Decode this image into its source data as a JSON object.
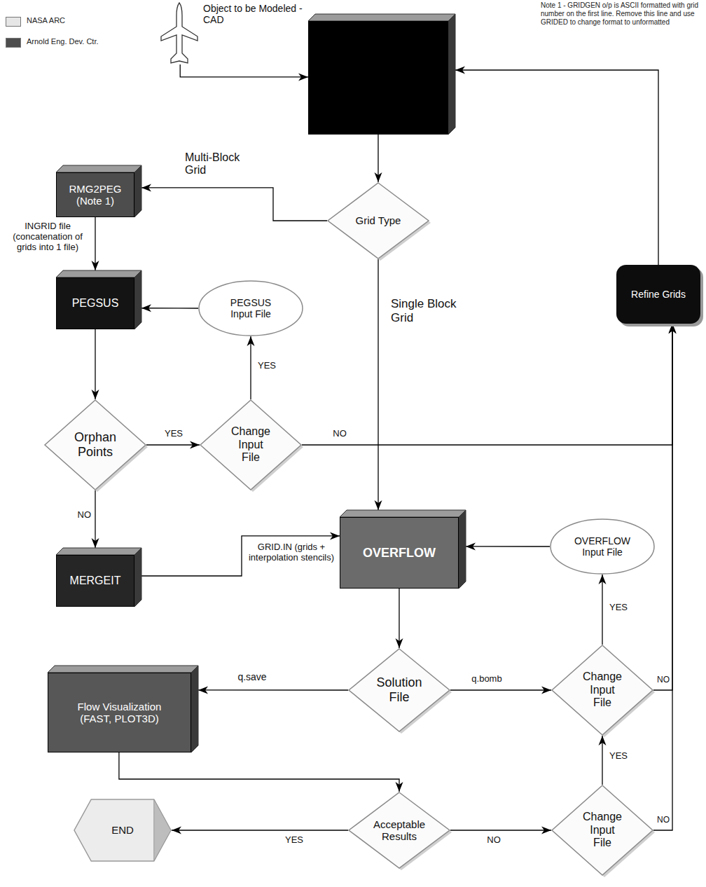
{
  "diagram": {
    "nodes": [
      {
        "text": [
          "Object to be Modeled - CAD"
        ]
      },
      {
        "text": []
      },
      {
        "text": [
          "Grid Type"
        ]
      },
      {
        "text": [
          "RMG2PEG (Note 1)"
        ]
      },
      {
        "text": [
          "PEGSUS"
        ]
      },
      {
        "text": [
          "PEGSUS Input File"
        ]
      },
      {
        "text": [
          "Orphan Points"
        ]
      },
      {
        "text": [
          "Change Input File"
        ]
      },
      {
        "text": [
          "Refine Grids"
        ]
      },
      {
        "text": [
          "MERGEIT"
        ]
      },
      {
        "text": [
          "OVERFLOW"
        ]
      },
      {
        "text": [
          "OVERFLOW Input File"
        ]
      },
      {
        "text": [
          "Flow Visualization (FAST, PLOT3D)"
        ]
      },
      {
        "text": [
          "Solution File"
        ]
      },
      {
        "text": [
          "Change Input File"
        ]
      },
      {
        "text": [
          "Acceptable Results"
        ]
      },
      {
        "text": [
          "Change Input File"
        ]
      },
      {
        "text": [
          "END"
        ]
      }
    ],
    "edges": [
      {
        "from": 0,
        "to": 1,
        "arrow": "to"
      },
      {
        "from": 1,
        "to": 2,
        "arrow": "to"
      },
      {
        "from": 2,
        "to": 3,
        "label": "Multi-Block Grid",
        "arrow": "to"
      },
      {
        "from": 2,
        "to": 10,
        "label": "Single Block Grid",
        "arrow": "to"
      },
      {
        "from": 3,
        "to": 4,
        "label": "INGRID file (concatenation of grids into 1 file)",
        "arrow": "to"
      },
      {
        "from": 5,
        "to": 4,
        "arrow": "to"
      },
      {
        "from": 4,
        "to": 6,
        "arrow": "to"
      },
      {
        "from": 6,
        "to": 7,
        "label": "YES",
        "arrow": "to"
      },
      {
        "from": 7,
        "to": 5,
        "label": "YES",
        "arrow": "to"
      },
      {
        "from": 7,
        "to": 8,
        "label": "NO",
        "arrow": "to"
      },
      {
        "from": 6,
        "to": 9,
        "label": "NO",
        "arrow": "to"
      },
      {
        "from": 9,
        "to": 10,
        "label": "GRID.IN (grids + interpolation stencils)",
        "arrow": "to"
      },
      {
        "from": 11,
        "to": 10,
        "arrow": "to"
      },
      {
        "from": 10,
        "to": 13,
        "arrow": "to"
      },
      {
        "from": 13,
        "to": 12,
        "label": "q.save",
        "arrow": "to"
      },
      {
        "from": 13,
        "to": 14,
        "label": "q.bomb",
        "arrow": "to"
      },
      {
        "from": 14,
        "to": 11,
        "label": "YES",
        "arrow": "to"
      },
      {
        "from": 14,
        "to": 8,
        "label": "NO",
        "arrow": "to"
      },
      {
        "from": 12,
        "to": 15,
        "arrow": "to"
      },
      {
        "from": 15,
        "to": 17,
        "label": "YES",
        "arrow": "to"
      },
      {
        "from": 15,
        "to": 16,
        "label": "NO",
        "arrow": "to"
      },
      {
        "from": 16,
        "to": 14,
        "label": "YES",
        "arrow": "to"
      },
      {
        "from": 16,
        "to": 8,
        "label": "NO",
        "arrow": "to"
      },
      {
        "from": 8,
        "to": 1,
        "arrow": "to"
      }
    ],
    "labels": [
      "Note 1 - GRIDGEN o/p is ASCII formatted with grid number on the first line. Remove this line and use GRIDED to change format to unformatted"
    ],
    "legend": [
      {
        "text": "NASA ARC",
        "color": "#e6e6e6"
      },
      {
        "text": "Arnold Eng. Dev. Ctr.",
        "color": "#4d4d4d"
      }
    ]
  }
}
